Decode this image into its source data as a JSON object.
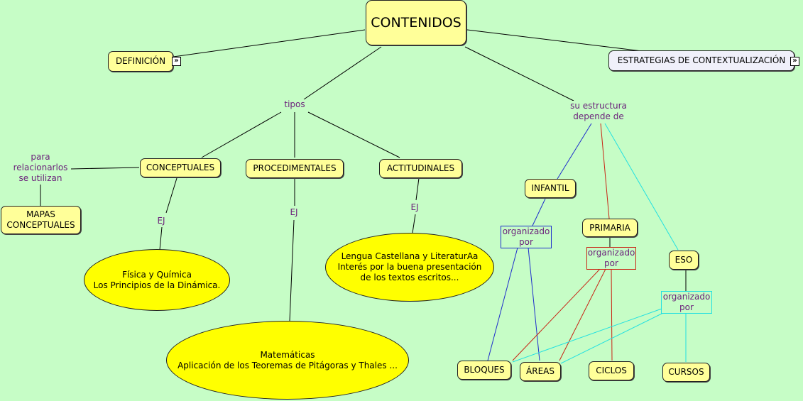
{
  "nodes": {
    "contenidos": "CONTENIDOS",
    "definicion": "DEFINICIÓN",
    "estrategias": "ESTRATEGIAS DE CONTEXTUALIZACIÓN",
    "conceptuales": "CONCEPTUALES",
    "procedimentales": "PROCEDIMENTALES",
    "actitudinales": "ACTITUDINALES",
    "mapas": "MAPAS\nCONCEPTUALES",
    "fisica": "Física y Química\nLos Principios de la Dinámica.",
    "matematicas": "Matemáticas\nAplicación de los Teoremas de Pitágoras y Thales ...",
    "lengua": "Lengua Castellana y LiteraturAa\nInterés por la buena presentación\nde los textos escritos...",
    "infantil": "INFANTIL",
    "primaria": "PRIMARIA",
    "eso": "ESO",
    "bloques": "BLOQUES",
    "areas": "ÁREAS",
    "ciclos": "CICLOS",
    "cursos": "CURSOS"
  },
  "labels": {
    "tipos": "tipos",
    "estructura": "su estructura\ndepende de",
    "relacionar": "para\nrelacionarlos\nse utilizan",
    "ej1": "EJ",
    "ej2": "EJ",
    "ej3": "EJ",
    "org_infantil": "organizado\npor",
    "org_primaria": "organizado\npor",
    "org_eso": "organizado\npor"
  },
  "expand_glyph": "»",
  "colors": {
    "background": "#c6fdc6",
    "node_fill": "#ffff99",
    "ellipse_fill": "#ffff00",
    "link_text": "#6a1f7a",
    "infantil_links": "#1d2ccc",
    "primaria_links": "#c82414",
    "eso_links": "#22e0e0"
  }
}
